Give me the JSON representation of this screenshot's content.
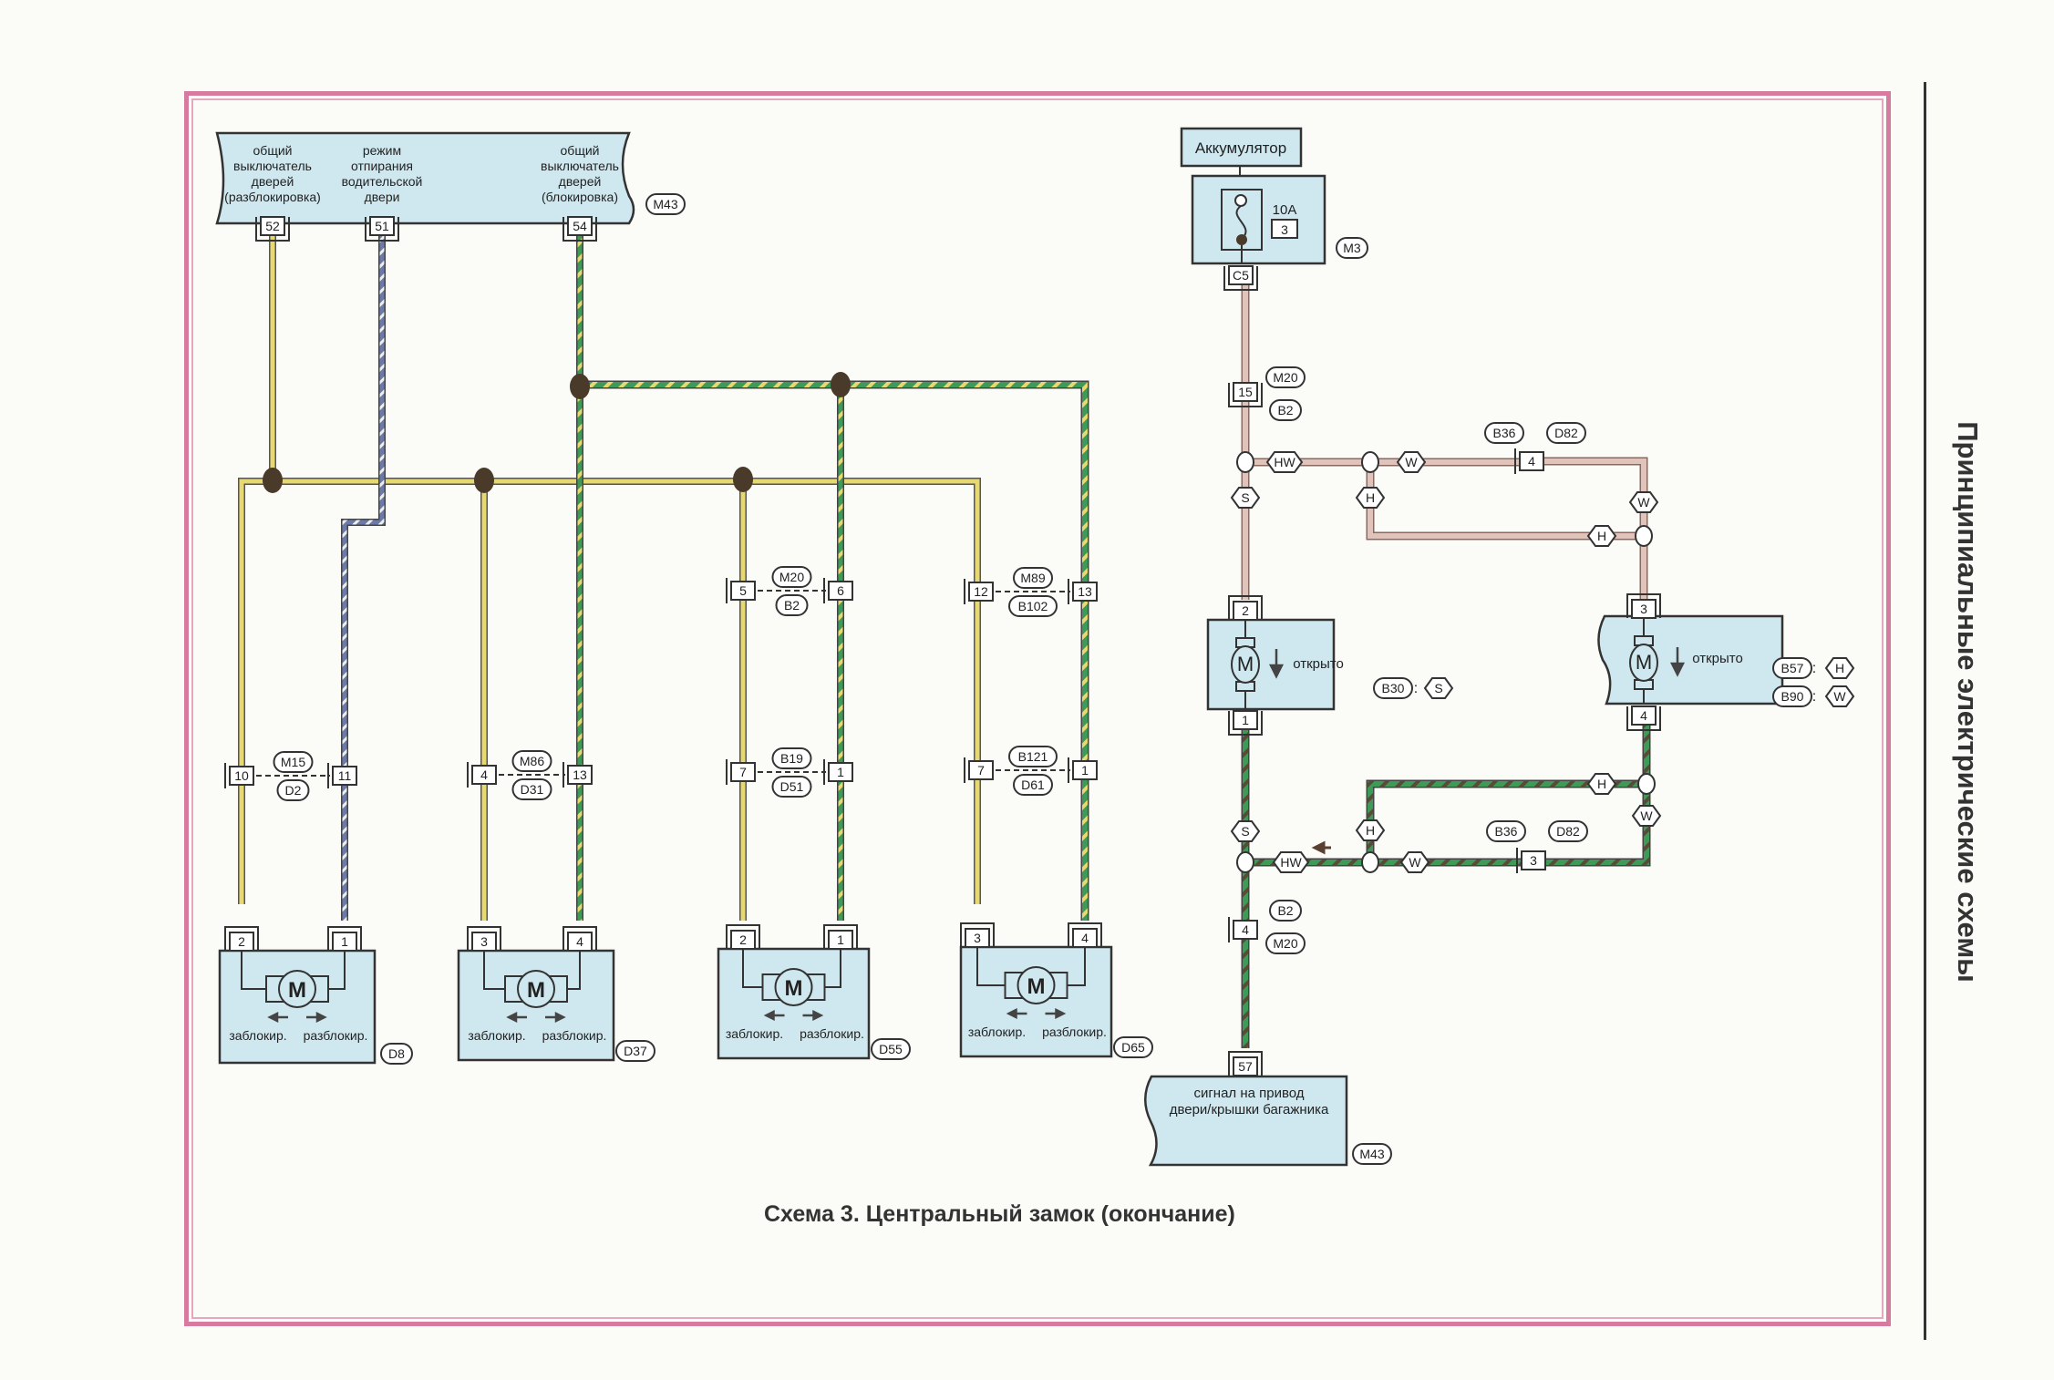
{
  "side_title": "Принципиальные электрические схемы",
  "caption": "Схема 3. Центральный замок (окончание)",
  "colors": {
    "frame": "#d77aa0",
    "component_fill": "#cfe8f0",
    "wire_yellow": "#e8d870",
    "wire_blue": "#6b7aa8",
    "wire_green": "#3f9a58",
    "wire_pink": "#e0b8b0",
    "splice": "#4a3a2a"
  },
  "switch_block": {
    "connector": "M43",
    "functions": [
      {
        "label": [
          "общий",
          "выключатель",
          "дверей",
          "(разблокировка)"
        ],
        "pin": "52"
      },
      {
        "label": [
          "режим",
          "отпирания",
          "водительской",
          "двери"
        ],
        "pin": "51"
      },
      {
        "label": [
          "общий",
          "выключатель",
          "дверей",
          "(блокировка)"
        ],
        "pin": "54"
      }
    ]
  },
  "battery": {
    "label": "Аккумулятор"
  },
  "fuse_box": {
    "rating": "10A",
    "number": "3",
    "connector": "M3",
    "pin": "C5"
  },
  "connectors": {
    "m20_b2_top": {
      "pin": "15",
      "tags": [
        "M20",
        "B2"
      ]
    },
    "m15_d2": {
      "pins": [
        "10",
        "11"
      ],
      "tags": [
        "M15",
        "D2"
      ]
    },
    "m86_d31": {
      "pins": [
        "4",
        "13"
      ],
      "tags": [
        "M86",
        "D31"
      ]
    },
    "m20_b2": {
      "pins": [
        "5",
        "6"
      ],
      "tags": [
        "M20",
        "B2"
      ]
    },
    "b19_d51": {
      "pins": [
        "7",
        "1"
      ],
      "tags": [
        "B19",
        "D51"
      ]
    },
    "m89_b102": {
      "pins": [
        "12",
        "13"
      ],
      "tags": [
        "M89",
        "B102"
      ]
    },
    "b121_d61": {
      "pins": [
        "7",
        "1"
      ],
      "tags": [
        "B121",
        "D61"
      ]
    },
    "b36_d82_top": {
      "pin": "4",
      "tags": [
        "B36",
        "D82"
      ]
    },
    "b36_d82_bottom": {
      "pin": "3",
      "tags": [
        "B36",
        "D82"
      ]
    },
    "b2_m20_bottom": {
      "pin": "4",
      "tags": [
        "B2",
        "M20"
      ]
    }
  },
  "door_actuators": [
    {
      "id": "D8",
      "pins": [
        "2",
        "1"
      ],
      "lock": "заблокир.",
      "unlock": "разблокир.",
      "motor": "M"
    },
    {
      "id": "D37",
      "pins": [
        "3",
        "4"
      ],
      "lock": "заблокир.",
      "unlock": "разблокир.",
      "motor": "M"
    },
    {
      "id": "D55",
      "pins": [
        "2",
        "1"
      ],
      "lock": "заблокир.",
      "unlock": "разблокир.",
      "motor": "M"
    },
    {
      "id": "D65",
      "pins": [
        "3",
        "4"
      ],
      "lock": "заблокир.",
      "unlock": "разблокир.",
      "motor": "M"
    }
  ],
  "trunk_actuators": [
    {
      "id": "B30",
      "variant": "S",
      "pins": [
        "2",
        "1"
      ],
      "motor": "M",
      "state": "открыто"
    },
    {
      "ids": [
        "B57",
        "B90"
      ],
      "variants": [
        "H",
        "W"
      ],
      "pins": [
        "3",
        "4"
      ],
      "motor": "M",
      "state": "открыто"
    }
  ],
  "variant_tags": {
    "hw": "HW",
    "w": "W",
    "h": "H",
    "s": "S"
  },
  "trunk_output": {
    "label": [
      "сигнал на привод",
      "двери/крышки багажника"
    ],
    "pin": "57",
    "connector": "M43"
  }
}
